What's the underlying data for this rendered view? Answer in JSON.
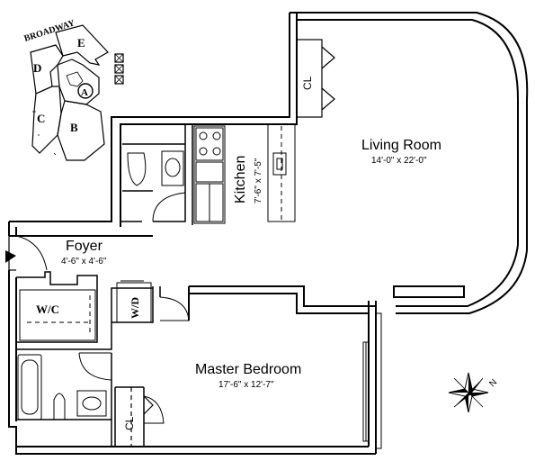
{
  "site_plan": {
    "street": "BROADWAY",
    "units": [
      "E",
      "D",
      "A",
      "C",
      "B"
    ]
  },
  "rooms": {
    "living_room": {
      "name": "Living Room",
      "dims": "14'-0\" x 22'-0\""
    },
    "kitchen": {
      "name": "Kitchen",
      "dims": "7'-6\" x 7'-5\""
    },
    "foyer": {
      "name": "Foyer",
      "dims": "4'-6\" x 4'-6\""
    },
    "master_bedroom": {
      "name": "Master Bedroom",
      "dims": "17'-6\" x 12'-7\""
    }
  },
  "labels": {
    "closet_living": "CL",
    "closet_bedroom": "CL",
    "walk_in_closet": "W/C",
    "washer_dryer": "W/D",
    "north": "N"
  }
}
